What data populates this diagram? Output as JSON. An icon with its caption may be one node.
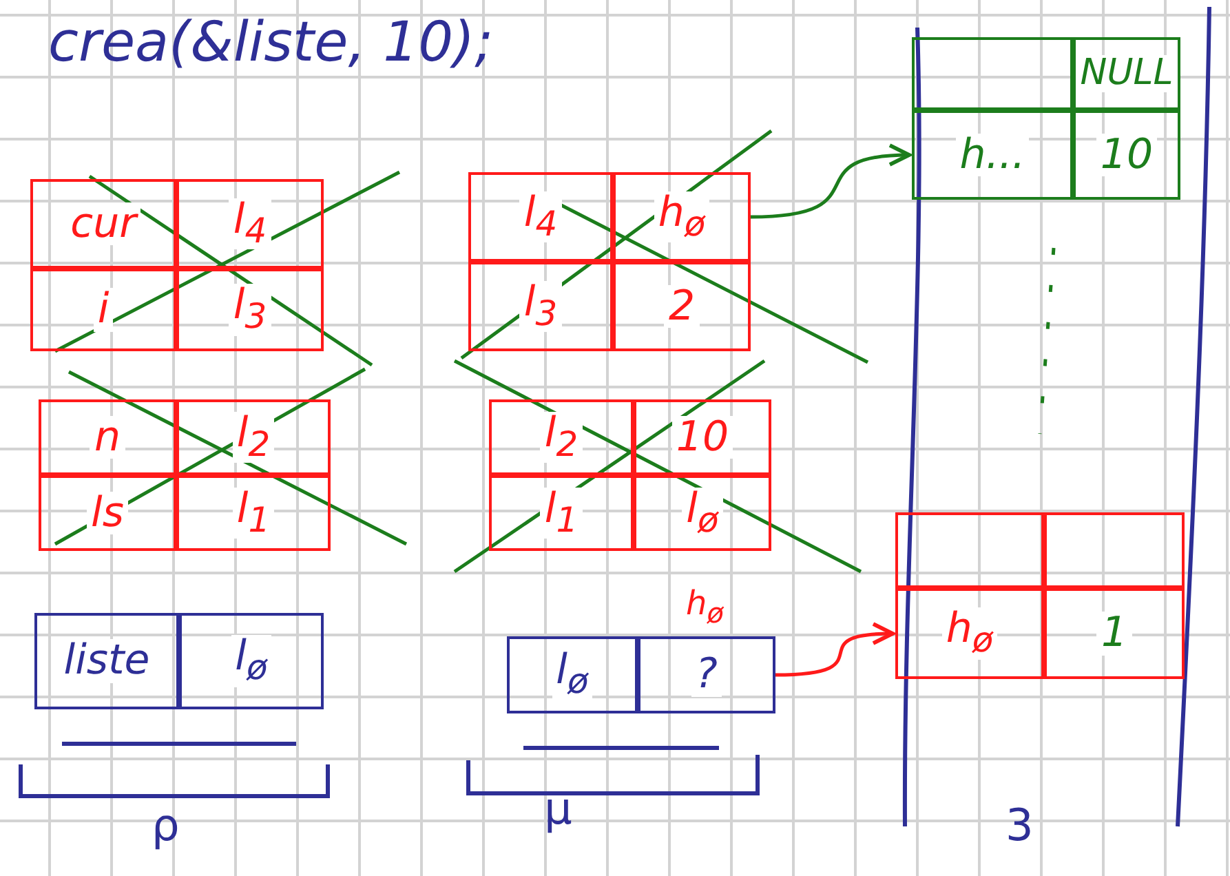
{
  "diagram": {
    "title": "crea(&liste, 10);",
    "nodes": [
      {
        "text": [
          "cur"
        ]
      },
      {
        "text": [
          "l$_{4}$"
        ]
      },
      {
        "text": [
          "i"
        ]
      },
      {
        "text": [
          "l$_{3}$"
        ]
      },
      {
        "text": [
          "n"
        ]
      },
      {
        "text": [
          "l$_{2}$"
        ]
      },
      {
        "text": [
          "ls"
        ]
      },
      {
        "text": [
          "l$_{1}$"
        ]
      },
      {
        "text": [
          "l$_{4}$"
        ]
      },
      {
        "text": [
          "h$_{ø}$"
        ]
      },
      {
        "text": [
          "l$_{3}$"
        ]
      },
      {
        "text": [
          "2"
        ]
      },
      {
        "text": [
          "l$_{2}$"
        ]
      },
      {
        "text": [
          "10"
        ]
      },
      {
        "text": [
          "l$_{1}$"
        ]
      },
      {
        "text": [
          "l$_{ø}$"
        ]
      },
      {
        "text": [
          "liste"
        ]
      },
      {
        "text": [
          "l$_{ø}$"
        ]
      },
      {
        "text": [
          "l$_{ø}$"
        ]
      },
      {
        "text": [
          "?"
        ],
        "beside": [
          "h$_{ø}$"
        ]
      },
      {
        "text": [],
        "shape": "box"
      },
      {
        "text": [
          "NULL"
        ]
      },
      {
        "text": [
          "h..."
        ]
      },
      {
        "text": [
          "10"
        ]
      },
      {
        "text": [],
        "shape": "box"
      },
      {
        "text": [],
        "shape": "box"
      },
      {
        "text": [
          "h$_{ø}$"
        ]
      },
      {
        "text": [
          "1"
        ]
      }
    ],
    "edges": [
      {
        "from": 9,
        "to": 22,
        "arrow": "to",
        "color": "#1c7d1c"
      },
      {
        "from": 19,
        "to": 26,
        "arrow": "to",
        "color": "#ff1a1a"
      }
    ],
    "labels": [
      "ρ",
      "μ",
      "3"
    ]
  }
}
